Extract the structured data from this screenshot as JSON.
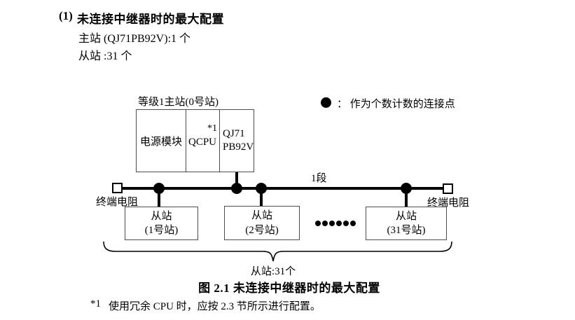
{
  "header": {
    "heading_number": "(1)",
    "heading_title": "未连接中继器时的最大配置",
    "master_count_line": "主站 (QJ71PB92V):1 个",
    "slave_count_line": "从站 :31 个"
  },
  "diagram": {
    "master_station_label": "等级1主站(0号站)",
    "master_cells": {
      "power_supply": "电源模块",
      "cpu": "QCPU",
      "cpu_note": "*1",
      "module_line1": "QJ71",
      "module_line2": "PB92V"
    },
    "legend": {
      "text": "：  作为个数计数的连接点"
    },
    "segment_label": "1段",
    "terminator_left_label": "终端电阻",
    "terminator_right_label": "终端电阻",
    "slaves": [
      {
        "line1": "从站",
        "line2": "(1号站)"
      },
      {
        "line1": "从站",
        "line2": "(2号站)"
      },
      {
        "line1": "从站",
        "line2": "(31号站)"
      }
    ],
    "ellipsis_dot_count": 6,
    "brace_label": "从站:31个"
  },
  "caption": "图 2.1 未连接中继器时的最大配置",
  "footnote": {
    "marker": "*1",
    "text": "使用冗余 CPU 时，应按 2.3 节所示进行配置。"
  },
  "colors": {
    "background": "#ffffff",
    "text": "#000000",
    "line": "#000000",
    "box_border": "#4d4d4d"
  }
}
